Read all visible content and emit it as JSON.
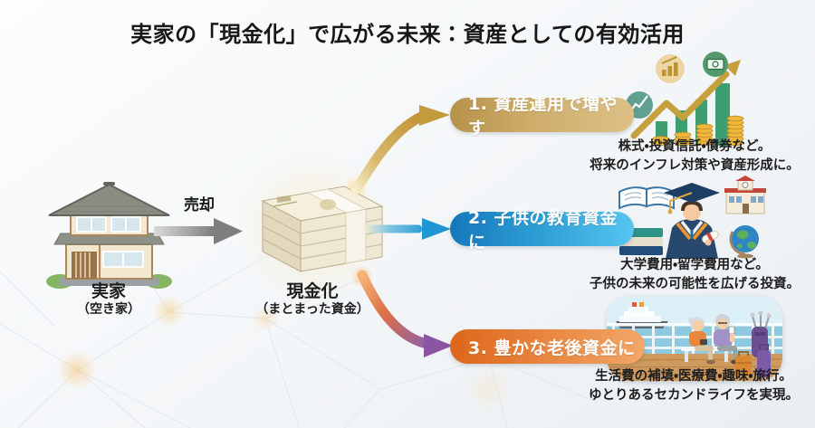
{
  "title": "実家の「現金化」で広がる未来：資産としての有効活用",
  "house": {
    "label": "実家",
    "sublabel": "（空き家）",
    "icon": "japanese-house-illustration"
  },
  "sale": {
    "label": "売却",
    "icon": "gray-right-arrow",
    "arrow_color": "#7e7e7e"
  },
  "cash": {
    "label": "現金化",
    "sublabel": "（まとまった資金）",
    "icon": "yen-banknote-stack-illustration"
  },
  "branches": [
    {
      "banner": "1. 資産運用で増やす",
      "desc_line1": "株式・投資信託・債券など。",
      "desc_line2": "将来のインフレ対策や資産形成に。",
      "banner_gradient": [
        "#b6924a",
        "#dcc086"
      ],
      "arrow_color": "#c49b3c",
      "icons": [
        "rising-gold-arrow",
        "growth-bar-chart",
        "coin-stacks",
        "line-chart-badge",
        "bar-chart-badge",
        "banknote-badge"
      ]
    },
    {
      "banner": "2. 子供の教育資金に",
      "desc_line1": "大学費用・留学費用など。",
      "desc_line2": "子供の未来の可能性を広げる投資。",
      "banner_gradient": [
        "#1577bb",
        "#55c4ef"
      ],
      "arrow_color": "#1f97d2",
      "icons": [
        "open-book",
        "book-stack",
        "graduate-student",
        "school-building",
        "globe"
      ]
    },
    {
      "banner": "3. 豊かな老後資金に",
      "desc_line1": "生活費の補填・医療費・趣味・旅行。",
      "desc_line2": "ゆとりあるセカンドライフを実現。",
      "banner_gradient": [
        "#dd661a",
        "#f2a768"
      ],
      "arrow_color": "#8a55a2",
      "icons": [
        "senior-couple-cruise-scene",
        "cruise-ship",
        "bench",
        "golf-bag",
        "luggage"
      ]
    }
  ]
}
